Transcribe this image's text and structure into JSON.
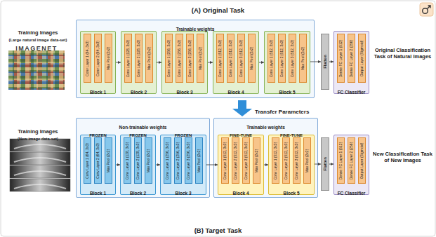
{
  "diagram": {
    "nodes": [
      {
        "text": [
          "Trainable weights"
        ]
      },
      {
        "text": [
          "Block 1"
        ],
        "in": 0
      },
      {
        "text": [
          "Conv Layer 1 (64, 3x3)"
        ],
        "in": 1
      },
      {
        "text": [
          "Conv Layer 2 (64, 3x3)"
        ],
        "in": 1
      },
      {
        "text": [
          "Max Pool (2x2)"
        ],
        "in": 1
      },
      {
        "text": [
          "Block 2"
        ],
        "in": 0
      },
      {
        "text": [
          "Conv Layer 1 (128, 3x3)"
        ],
        "in": 5
      },
      {
        "text": [
          "Conv Layer 2 (128, 3x3)"
        ],
        "in": 5
      },
      {
        "text": [
          "Max Pool (2x2)"
        ],
        "in": 5
      },
      {
        "text": [
          "Block 3"
        ],
        "in": 0
      },
      {
        "text": [
          "Conv Layer 1 (256, 3x3)"
        ],
        "in": 9
      },
      {
        "text": [
          "Conv Layer 2 (256, 3x3)"
        ],
        "in": 9
      },
      {
        "text": [
          "Conv Layer 3 (256, 3x3)"
        ],
        "in": 9
      },
      {
        "text": [
          "Max Pool (2x2)"
        ],
        "in": 9
      },
      {
        "text": [
          "Block 4"
        ],
        "in": 0
      },
      {
        "text": [
          "Conv Layer 1 (512, 3x3)"
        ],
        "in": 14
      },
      {
        "text": [
          "Conv Layer 2 (512, 3x3)"
        ],
        "in": 14
      },
      {
        "text": [
          "Conv Layer 3 (512, 3x3)"
        ],
        "in": 14
      },
      {
        "text": [
          "Max Pool (2x2)"
        ],
        "in": 14
      },
      {
        "text": [
          "Block 5"
        ],
        "in": 0
      },
      {
        "text": [
          "Conv Layer 1 (512, 3x3)"
        ],
        "in": 19
      },
      {
        "text": [
          "Conv Layer 2 (512, 3x3)"
        ],
        "in": 19
      },
      {
        "text": [
          "Conv Layer 3 (512, 3x3)"
        ],
        "in": 19
      },
      {
        "text": [
          "Max Pool (2x2)"
        ],
        "in": 19
      },
      {
        "text": [
          "Flatten"
        ]
      },
      {
        "text": [
          "FC Classifier"
        ]
      },
      {
        "text": [
          "Dense FC Layer 1 (512)"
        ],
        "in": 25
      },
      {
        "text": [
          "Dense FC Layer 2 (256)"
        ],
        "in": 25
      },
      {
        "text": [
          "Output Layer (Sigmoid)"
        ],
        "in": 25
      },
      {
        "text": [
          "Non-trainable weights"
        ]
      },
      {
        "text": [
          "FROZEN",
          "Block 1"
        ],
        "in": 29
      },
      {
        "text": [
          "Conv Layer 1 (64, 3x3)"
        ],
        "in": 30
      },
      {
        "text": [
          "Conv Layer 2 (64, 3x3)"
        ],
        "in": 30
      },
      {
        "text": [
          "Max Pool (2x2)"
        ],
        "in": 30
      },
      {
        "text": [
          "FROZEN",
          "Block 2"
        ],
        "in": 29
      },
      {
        "text": [
          "Conv Layer 1 (128, 3x3)"
        ],
        "in": 34
      },
      {
        "text": [
          "Conv Layer 2 (128, 3x3)"
        ],
        "in": 34
      },
      {
        "text": [
          "Max Pool (2x2)"
        ],
        "in": 34
      },
      {
        "text": [
          "FROZEN",
          "Block 3"
        ],
        "in": 29
      },
      {
        "text": [
          "Conv Layer 1 (256, 3x3)"
        ],
        "in": 38
      },
      {
        "text": [
          "Conv Layer 2 (256, 3x3)"
        ],
        "in": 38
      },
      {
        "text": [
          "Conv Layer 3 (256, 3x3)"
        ],
        "in": 38
      },
      {
        "text": [
          "Max Pool (2x2)"
        ],
        "in": 38
      },
      {
        "text": [
          "Trainable weights"
        ]
      },
      {
        "text": [
          "FINE-TUNE",
          "Block 4"
        ],
        "in": 43
      },
      {
        "text": [
          "Conv Layer 1 (512, 3x3)"
        ],
        "in": 44
      },
      {
        "text": [
          "Conv Layer 2 (512, 3x3)"
        ],
        "in": 44
      },
      {
        "text": [
          "Conv Layer 3 (512, 3x3)"
        ],
        "in": 44
      },
      {
        "text": [
          "Max Pool (2x2)"
        ],
        "in": 44
      },
      {
        "text": [
          "FINE-TUNE",
          "Block 5"
        ],
        "in": 43
      },
      {
        "text": [
          "Conv Layer 1 (512, 3x3)"
        ],
        "in": 49
      },
      {
        "text": [
          "Conv Layer 2 (512, 3x3)"
        ],
        "in": 49
      },
      {
        "text": [
          "Conv Layer 3 (512, 3x3)"
        ],
        "in": 49
      },
      {
        "text": [
          "Max Pool (2x2)"
        ],
        "in": 49
      },
      {
        "text": [
          "Flatten"
        ]
      },
      {
        "text": [
          "FC Classifier"
        ]
      },
      {
        "text": [
          "Dense FC Layer 1 (512)"
        ],
        "in": 55
      },
      {
        "text": [
          "Dense FC Layer 2 (256)"
        ],
        "in": 55
      },
      {
        "text": [
          "Output Layer (Sigmoid)"
        ],
        "in": 55
      }
    ],
    "edges": [
      {
        "from": 1,
        "to": 5,
        "arrow": "to"
      },
      {
        "from": 5,
        "to": 9,
        "arrow": "to"
      },
      {
        "from": 9,
        "to": 14,
        "arrow": "to"
      },
      {
        "from": 14,
        "to": 19,
        "arrow": "to"
      },
      {
        "from": 19,
        "to": 24,
        "arrow": "to"
      },
      {
        "from": 24,
        "to": 25,
        "arrow": "to"
      },
      {
        "from": 30,
        "to": 34,
        "arrow": "to"
      },
      {
        "from": 34,
        "to": 38,
        "arrow": "to"
      },
      {
        "from": 38,
        "to": 44,
        "arrow": "to"
      },
      {
        "from": 44,
        "to": 49,
        "arrow": "to"
      },
      {
        "from": 49,
        "to": 54,
        "arrow": "to"
      },
      {
        "from": 54,
        "to": 55,
        "arrow": "to"
      }
    ],
    "labels": [
      "(A) Original Task",
      "Training Images",
      "(Large natural image data-set)",
      "IMAGENET",
      "Original Classification Task of Natural Images",
      "Transfer Parameters",
      "Training Images",
      "(New image data-set)",
      "New Classification Task of New Images",
      "(B) Target Task"
    ]
  }
}
